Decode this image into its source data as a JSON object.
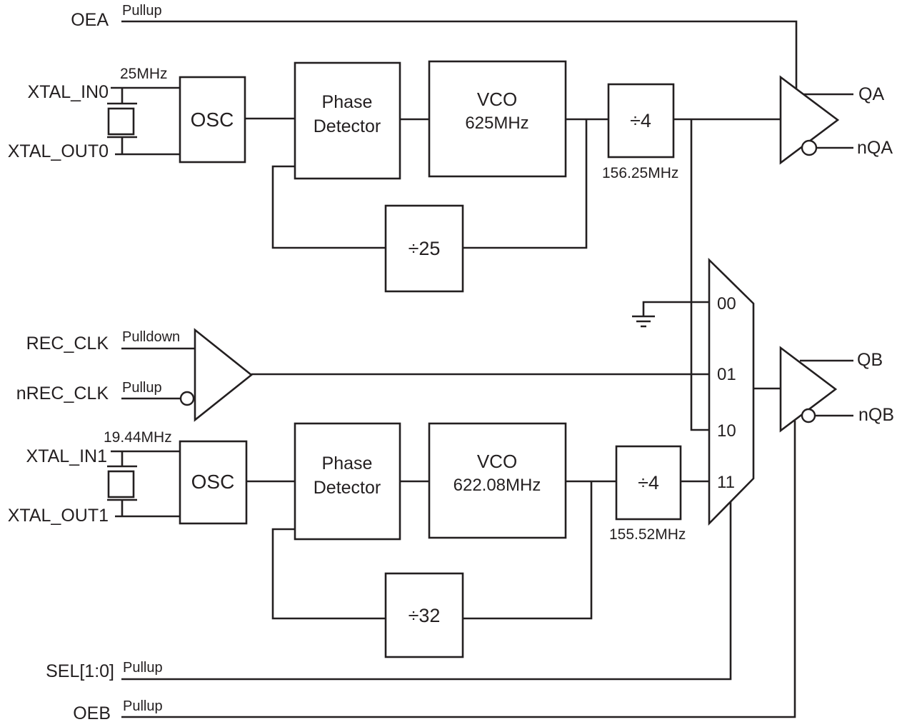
{
  "colors": {
    "ink": "#231f20",
    "background": "#ffffff"
  },
  "nets": {
    "oea": {
      "label": "OEA",
      "pull": "Pullup"
    },
    "rec_clk": {
      "label": "REC_CLK",
      "pull": "Pulldown"
    },
    "nrec_clk": {
      "label": "nREC_CLK",
      "pull": "Pullup"
    },
    "sel": {
      "label": "SEL[1:0]",
      "pull": "Pullup"
    },
    "oeb": {
      "label": "OEB",
      "pull": "Pullup"
    }
  },
  "pll_a": {
    "xtal_in": "XTAL_IN0",
    "xtal_out": "XTAL_OUT0",
    "xtal_freq": "25MHz",
    "osc": "OSC",
    "phase_detector": [
      "Phase",
      "Detector"
    ],
    "vco": [
      "VCO",
      "625MHz"
    ],
    "output_divider": "÷4",
    "output_freq": "156.25MHz",
    "feedback_divider": "÷25"
  },
  "pll_b": {
    "xtal_in": "XTAL_IN1",
    "xtal_out": "XTAL_OUT1",
    "xtal_freq": "19.44MHz",
    "osc": "OSC",
    "phase_detector": [
      "Phase",
      "Detector"
    ],
    "vco": [
      "VCO",
      "622.08MHz"
    ],
    "output_divider": "÷4",
    "output_freq": "155.52MHz",
    "feedback_divider": "÷32"
  },
  "mux": {
    "inputs": [
      "00",
      "01",
      "10",
      "11"
    ]
  },
  "outputs": {
    "qa": "QA",
    "nqa": "nQA",
    "qb": "QB",
    "nqb": "nQB"
  }
}
